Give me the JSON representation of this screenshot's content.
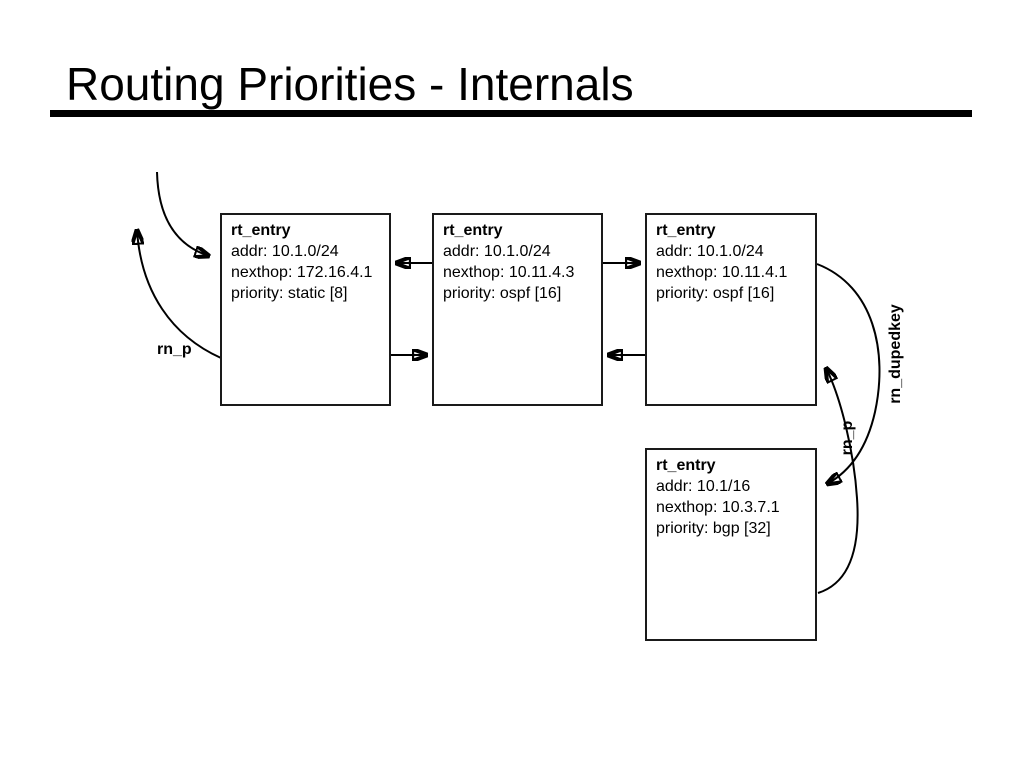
{
  "slide": {
    "title": "Routing Priorities - Internals"
  },
  "diagram": {
    "nodes": [
      {
        "name": "rt_entry",
        "addr": "addr: 10.1.0/24",
        "nexthop": "nexthop: 172.16.4.1",
        "priority": "priority: static [8]"
      },
      {
        "name": "rt_entry",
        "addr": "addr: 10.1.0/24",
        "nexthop": "nexthop: 10.11.4.3",
        "priority": "priority: ospf [16]"
      },
      {
        "name": "rt_entry",
        "addr": "addr: 10.1.0/24",
        "nexthop": "nexthop: 10.11.4.1",
        "priority": "priority: ospf [16]"
      },
      {
        "name": "rt_entry",
        "addr": "addr: 10.1/16",
        "nexthop": "nexthop: 10.3.7.1",
        "priority": "priority: bgp [32]"
      }
    ],
    "labels": {
      "rn_p_left": "rn_p",
      "rn_p_right": "rn_p",
      "rn_dupedkey": "rn_dupedkey"
    },
    "colors": {
      "ink": "#000000",
      "background": "#ffffff"
    }
  }
}
